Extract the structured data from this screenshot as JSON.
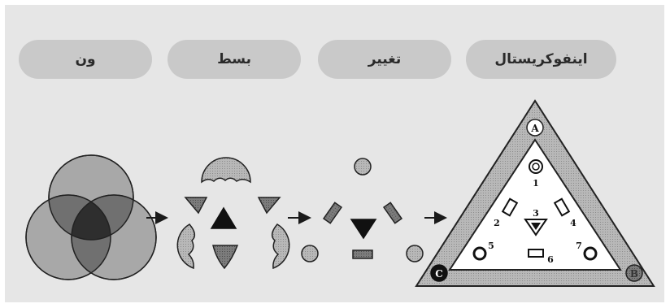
{
  "labels": {
    "venn": "ون",
    "expansion": "بسط",
    "transformation": "تغییر",
    "infocrystal": "اینفوکریستال"
  },
  "infocrystal": {
    "corner_a": "A",
    "corner_b": "B",
    "corner_c": "C",
    "region_1": "1",
    "region_2": "2",
    "region_3": "3",
    "region_4": "4",
    "region_5": "5",
    "region_6": "6",
    "region_7": "7"
  },
  "colors": {
    "panel_background": "#e6e6e6",
    "pill": "#c9c9c9",
    "ink": "#1a1a1a",
    "venn_light": "#a8a8a8",
    "venn_medium": "#707070",
    "venn_dark": "#3a3a3a"
  }
}
